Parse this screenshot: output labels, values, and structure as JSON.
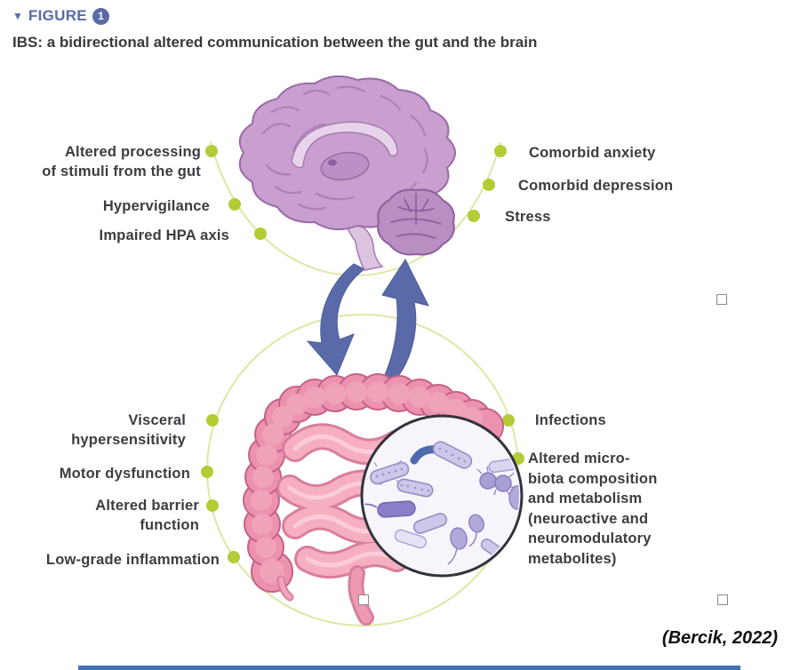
{
  "figure": {
    "marker": "▼",
    "label": "FIGURE",
    "number": "1"
  },
  "title": "IBS: a bidirectional altered communication between the gut and the brain",
  "labels": {
    "brain_left": [
      "Altered processing\nof stimuli from the gut",
      "Hypervigilance",
      "Impaired HPA axis"
    ],
    "brain_right": [
      "Comorbid anxiety",
      "Comorbid depression",
      "Stress"
    ],
    "gut_left": [
      "Visceral\nhypersensitivity",
      "Motor dysfunction",
      "Altered barrier\nfunction",
      "Low-grade inflammation"
    ],
    "gut_right": [
      "Infections",
      "Altered micro-\nbiota composition\nand metabolism\n(neuroactive and\nneuromodulatory\nmetabolites)"
    ]
  },
  "citation": "(Bercik, 2022)",
  "icons": [
    "brain-illustration",
    "gut-illustration",
    "microbiota-inset",
    "arrow-down",
    "arrow-up",
    "arc-dots",
    "collapse-triangle-icon",
    "figure-number-badge"
  ],
  "colors": {
    "accent_blue": "#5b6ba8",
    "lime_green": "#b5cb35",
    "arc_green": "#dce8a4",
    "brain_purple": "#c89fce",
    "gut_pink": "#ec92ae",
    "bacteria_lavender": "#cdc7e9",
    "text_dark": "#3c3c42",
    "bottom_bar_blue": "#4372b8"
  }
}
